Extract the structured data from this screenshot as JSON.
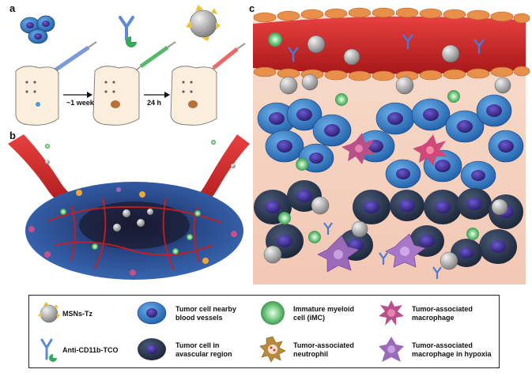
{
  "panels": {
    "a": "a",
    "b": "b",
    "c": "c"
  },
  "timeline": {
    "step1": "~1 week",
    "step2": "24 h"
  },
  "legend": {
    "msn": "MSNs-Tz",
    "antibody": "Anti-CD11b-TCO",
    "tumor_near": "Tumor cell nearby\nblood vessels",
    "tumor_avascular": "Tumor cell in\navascular region",
    "imc": "Immature myeloid\ncell (iMC)",
    "neutrophil": "Tumor-associated\nneutrophil",
    "tam": "Tumor-associated\nmacrophage",
    "tam_hypoxia": "Tumor-associated\nmacrophage in hypoxia"
  },
  "colors": {
    "vessel": "#d42a2a",
    "tumor_near": "#3a7fcf",
    "tumor_avascular": "#2a3a55",
    "nucleus": "#3a2a8a",
    "imc": "#59b96a",
    "tam": "#b8508a",
    "tam_hypoxia": "#9a6ab8",
    "neutrophil": "#b98a3a",
    "tissue": "#f5d2c2"
  }
}
